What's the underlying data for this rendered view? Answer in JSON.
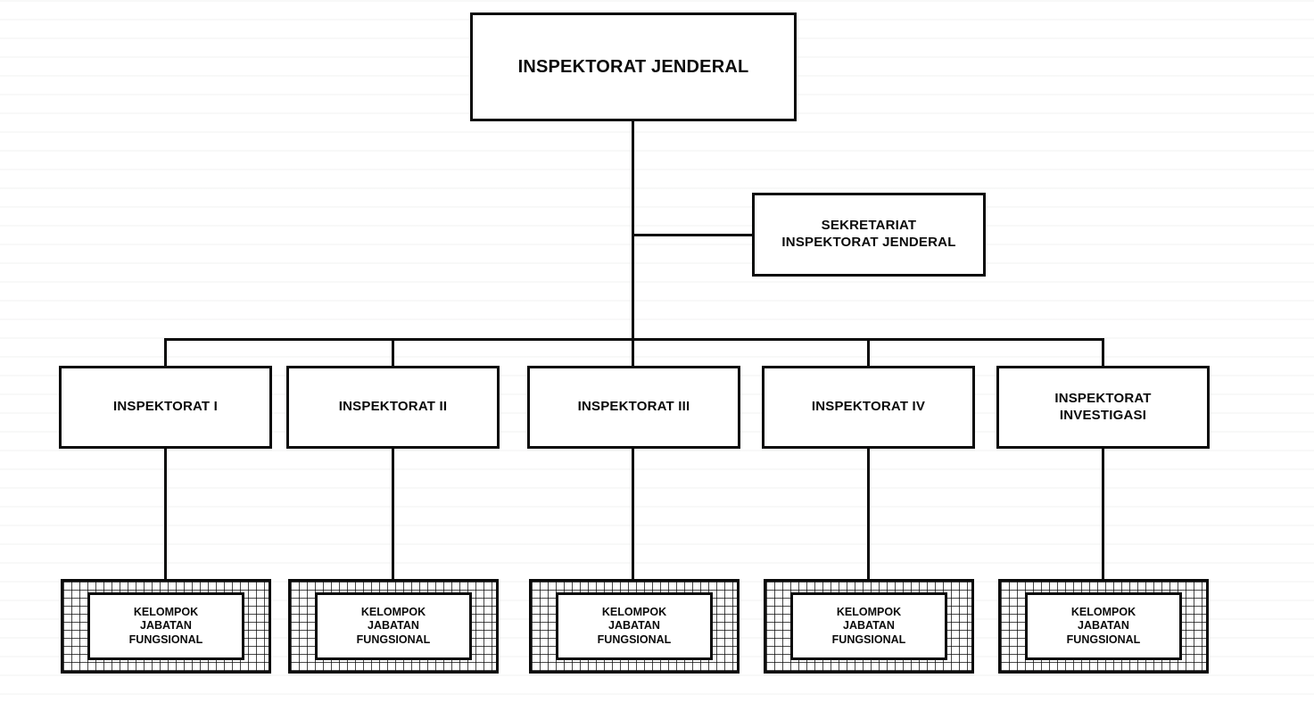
{
  "org": {
    "title": "INSPEKTORAT JENDERAL",
    "root": {
      "label": "INSPEKTORAT JENDERAL"
    },
    "secretariat": {
      "label": "SEKRETARIAT\nINSPEKTORAT JENDERAL"
    },
    "units": [
      {
        "label": "INSPEKTORAT I"
      },
      {
        "label": "INSPEKTORAT II"
      },
      {
        "label": "INSPEKTORAT III"
      },
      {
        "label": "INSPEKTORAT IV"
      },
      {
        "label": "INSPEKTORAT\nINVESTIGASI"
      }
    ],
    "functional_group_label": "KELOMPOK\nJABATAN\nFUNGSIONAL"
  },
  "colors": {
    "border": "#0a0a0a",
    "text": "#0a0a0a",
    "background": "#ffffff"
  },
  "chart_data": {
    "type": "table",
    "title": "INSPEKTORAT JENDERAL organizational structure",
    "hierarchy": {
      "root": "INSPEKTORAT JENDERAL",
      "staff_unit": "SEKRETARIAT INSPEKTORAT JENDERAL",
      "children": [
        "INSPEKTORAT I",
        "INSPEKTORAT II",
        "INSPEKTORAT III",
        "INSPEKTORAT IV",
        "INSPEKTORAT INVESTIGASI"
      ],
      "child_of_each": "KELOMPOK JABATAN FUNGSIONAL"
    }
  }
}
